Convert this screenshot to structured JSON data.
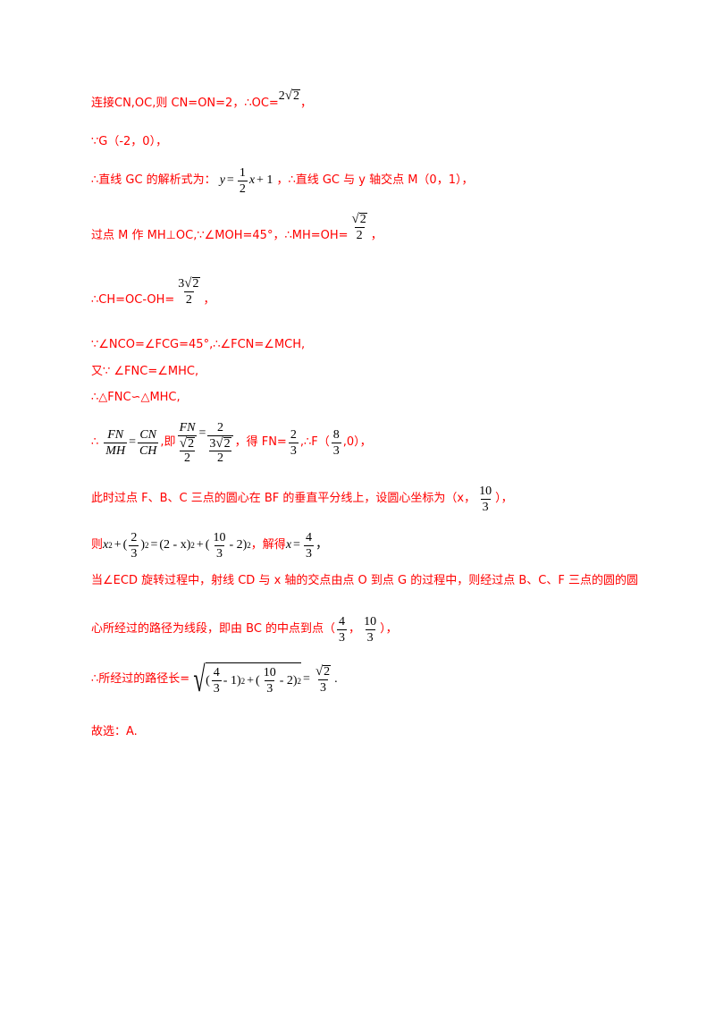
{
  "lines": [
    {
      "t1": "连接CN,OC,则 CN=ON=2，∴OC=",
      "t2": "，"
    },
    {
      "t1": "∵G（-2，0），"
    },
    {
      "t1": "∴直线 GC 的解析式为：",
      "t2": "，∴直线 GC 与 y 轴交点 M（0，1），"
    },
    {
      "t1": "过点 M 作 MH⊥OC,∵∠MOH=45°，∴MH=OH=",
      "t2": "，"
    },
    {
      "t1": "∴CH=OC-OH=",
      "t2": "，"
    },
    {
      "t1": "∵∠NCO=∠FCG=45°,∴∠FCN=∠MCH,"
    },
    {
      "t1": "又∵ ∠FNC=∠MHC,"
    },
    {
      "t1": "∴△FNC∽△MHC,"
    },
    {
      "t1": "∴",
      "t2": ",即",
      "t3": "，得 FN=",
      "t4": ",∴F（",
      "t5": ",0），"
    },
    {
      "t1": "此时过点 F、B、C 三点的圆心在 BF 的垂直平分线上，设圆心坐标为（x，",
      "t2": "），"
    },
    {
      "t1": "则",
      "t2": "，解得"
    },
    {
      "t1": "当∠ECD 旋转过程中，射线 CD 与 x 轴的交点由点 O 到点 G 的过程中，则经过点 B、C、F 三点的圆的圆"
    },
    {
      "t1": "心所经过的路径为线段，即由 BC 的中点到点（",
      "t2": "，",
      "t3": "），"
    },
    {
      "t1": "∴所经过的路径长=",
      "t2": "."
    },
    {
      "t1": "故选：A."
    }
  ],
  "math": {
    "n1": "1",
    "n2": "2",
    "n3": "3",
    "n4": "4",
    "n8": "8",
    "n10": "10",
    "two_root": "2",
    "root_arg": "2",
    "three_root": "3",
    "y": "y",
    "x": "x",
    "eq": "=",
    "plus_one": "+ 1",
    "FN": "FN",
    "MH": "MH",
    "CN": "CN",
    "CH": "CH",
    "x2": "x",
    "exp2": "2",
    "plus": "+",
    "lp": "(",
    "rp": ")",
    "minus_x": "(2 - x)",
    "minus2": " - 2)",
    "lp2": "(",
    "minus1": " - 1)",
    "frac_eq": "=",
    "dot": "."
  }
}
